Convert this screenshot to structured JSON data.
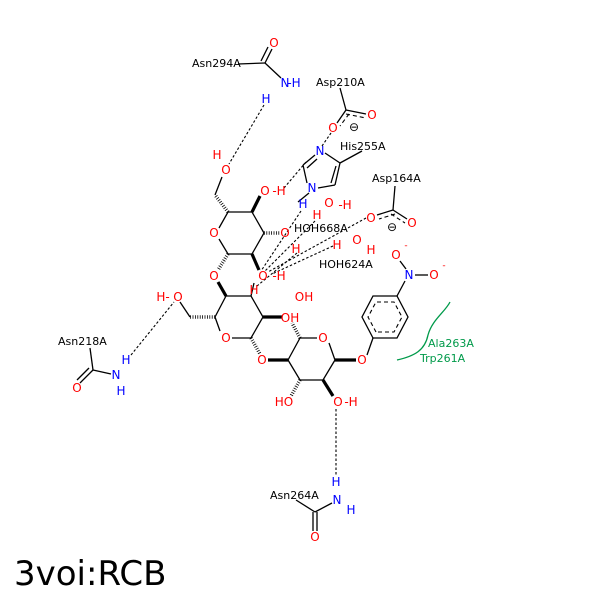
{
  "title": "3voi:RCB",
  "residues": {
    "asn294": "Asn294A",
    "asp210": "Asp210A",
    "his255": "His255A",
    "asp164": "Asp164A",
    "asn218": "Asn218A",
    "asn264": "Asn264A"
  },
  "waters": {
    "hoh668": "HOH668A",
    "hoh624": "HOH624A"
  },
  "hydrophobic": {
    "ala263": "Ala263A",
    "trp261": "Trp261A"
  },
  "atoms": {
    "O": "O",
    "N": "N",
    "H": "H",
    "OH": "OH",
    "HO": "HO",
    "Hdash": "H-",
    "dashH": "-H",
    "minus": "⊖",
    "neg": "-"
  },
  "colors": {
    "oxygen": "#ff0000",
    "nitrogen": "#0000ff",
    "hydrophobic": "#009a4a"
  }
}
